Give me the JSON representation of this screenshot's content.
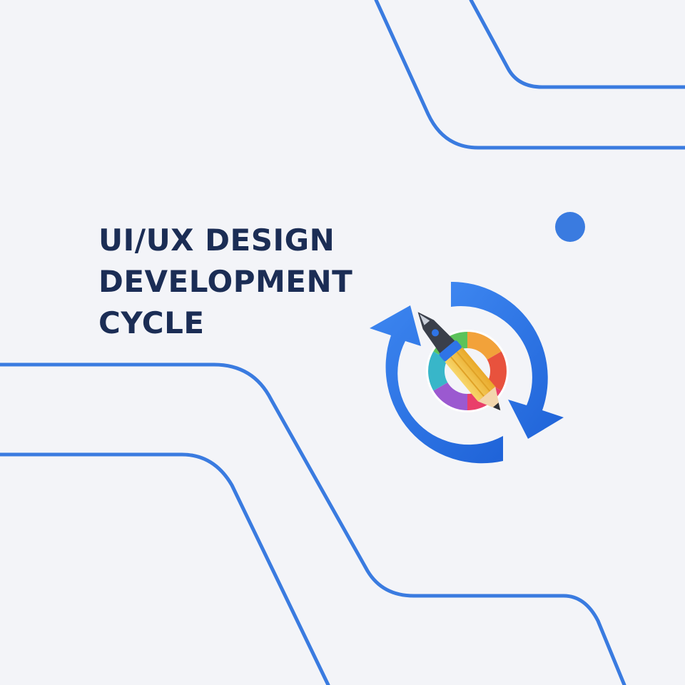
{
  "title": {
    "lines": [
      "UI/UX DESIGN",
      "DEVELOPMENT",
      "CYCLE"
    ]
  },
  "colors": {
    "background": "#f3f4f8",
    "accent_blue": "#3a7be0",
    "arrow_blue": "#2f74e6",
    "title_navy": "#1b2d55",
    "pencil_yellow": "#f4c542"
  },
  "icons": {
    "main": "cycle-arrows-with-pencil-pen-nib-and-color-wheel-icon"
  }
}
